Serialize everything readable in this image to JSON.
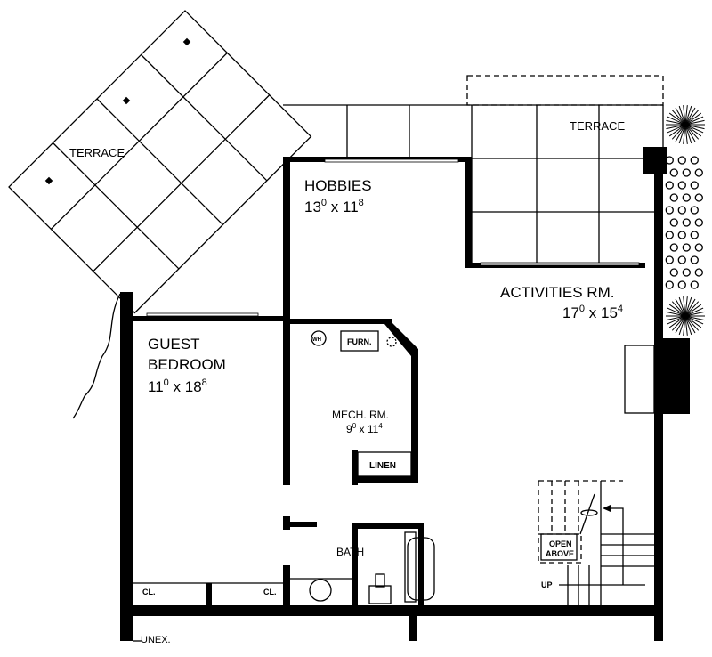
{
  "plan": {
    "terrace_left": "TERRACE",
    "terrace_right": "TERRACE",
    "hobbies": {
      "name": "HOBBIES",
      "w": "13",
      "w_sup": "0",
      "x": " x ",
      "h": "11",
      "h_sup": "8"
    },
    "activities": {
      "name": "ACTIVITIES RM.",
      "w": "17",
      "w_sup": "0",
      "x": " x ",
      "h": "15",
      "h_sup": "4"
    },
    "guest": {
      "name1": "GUEST",
      "name2": "BEDROOM",
      "w": "11",
      "w_sup": "0",
      "x": " x ",
      "h": "18",
      "h_sup": "8"
    },
    "mech": {
      "name": "MECH. RM.",
      "w": "9",
      "w_sup": "0",
      "x": " x ",
      "h": "11",
      "h_sup": "4"
    },
    "wh": "WH",
    "furn": "FURN.",
    "linen": "LINEN",
    "bath": "BATH",
    "closet_left": "CL.",
    "closet_right": "CL.",
    "open_above_1": "OPEN",
    "open_above_2": "ABOVE",
    "up": "UP",
    "unex": "UNEX."
  }
}
